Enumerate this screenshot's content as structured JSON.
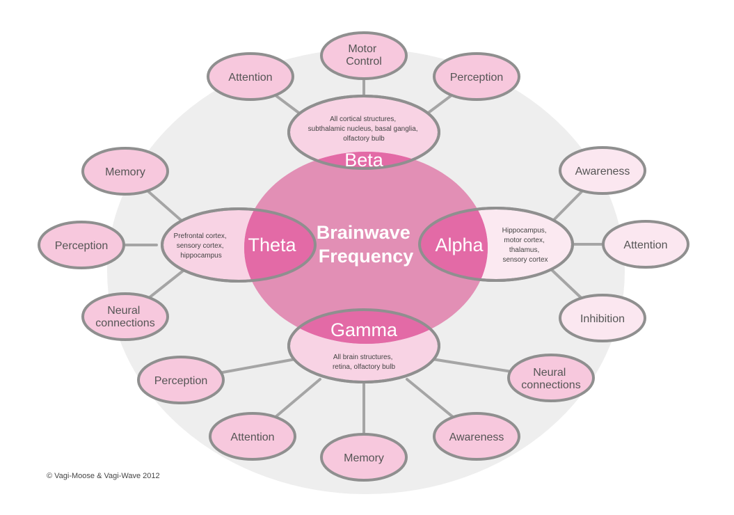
{
  "center": {
    "line1": "Brainwave",
    "line2": "Frequency"
  },
  "bands": {
    "beta": {
      "name": "Beta",
      "regions": [
        "All cortical structures,",
        "subthalamic nucleus, basal ganglia,",
        "olfactory bulb"
      ],
      "functions": [
        [
          "Attention"
        ],
        [
          "Motor",
          "Control"
        ],
        [
          "Perception"
        ]
      ]
    },
    "theta": {
      "name": "Theta",
      "regions": [
        "Prefrontal cortex,",
        "sensory cortex,",
        "hippocampus"
      ],
      "functions": [
        [
          "Memory"
        ],
        [
          "Perception"
        ],
        [
          "Neural",
          "connections"
        ]
      ]
    },
    "alpha": {
      "name": "Alpha",
      "regions": [
        "Hippocampus,",
        "motor cortex,",
        "thalamus,",
        "sensory cortex"
      ],
      "functions": [
        [
          "Awareness"
        ],
        [
          "Attention"
        ],
        [
          "Inhibition"
        ]
      ]
    },
    "gamma": {
      "name": "Gamma",
      "regions": [
        "All brain structures,",
        "retina, olfactory bulb"
      ],
      "functions": [
        [
          "Perception"
        ],
        [
          "Attention"
        ],
        [
          "Memory"
        ],
        [
          "Awareness"
        ],
        [
          "Neural",
          "connections"
        ]
      ]
    }
  },
  "copyright": "© Vagi-Moose & Vagi-Wave 2012",
  "colors": {
    "background_disc": "#eeeeee",
    "core": "#e28fb5",
    "band_overlap": "#e36aa6",
    "region_fill": "#f8d3e4",
    "alpha_region_fill": "#fbe9f1",
    "leaf_fill": "#f7c8dd",
    "leaf_fill_light": "#fbe7f0",
    "outline": "#8f8f8f",
    "connector": "#a5a5a5"
  }
}
